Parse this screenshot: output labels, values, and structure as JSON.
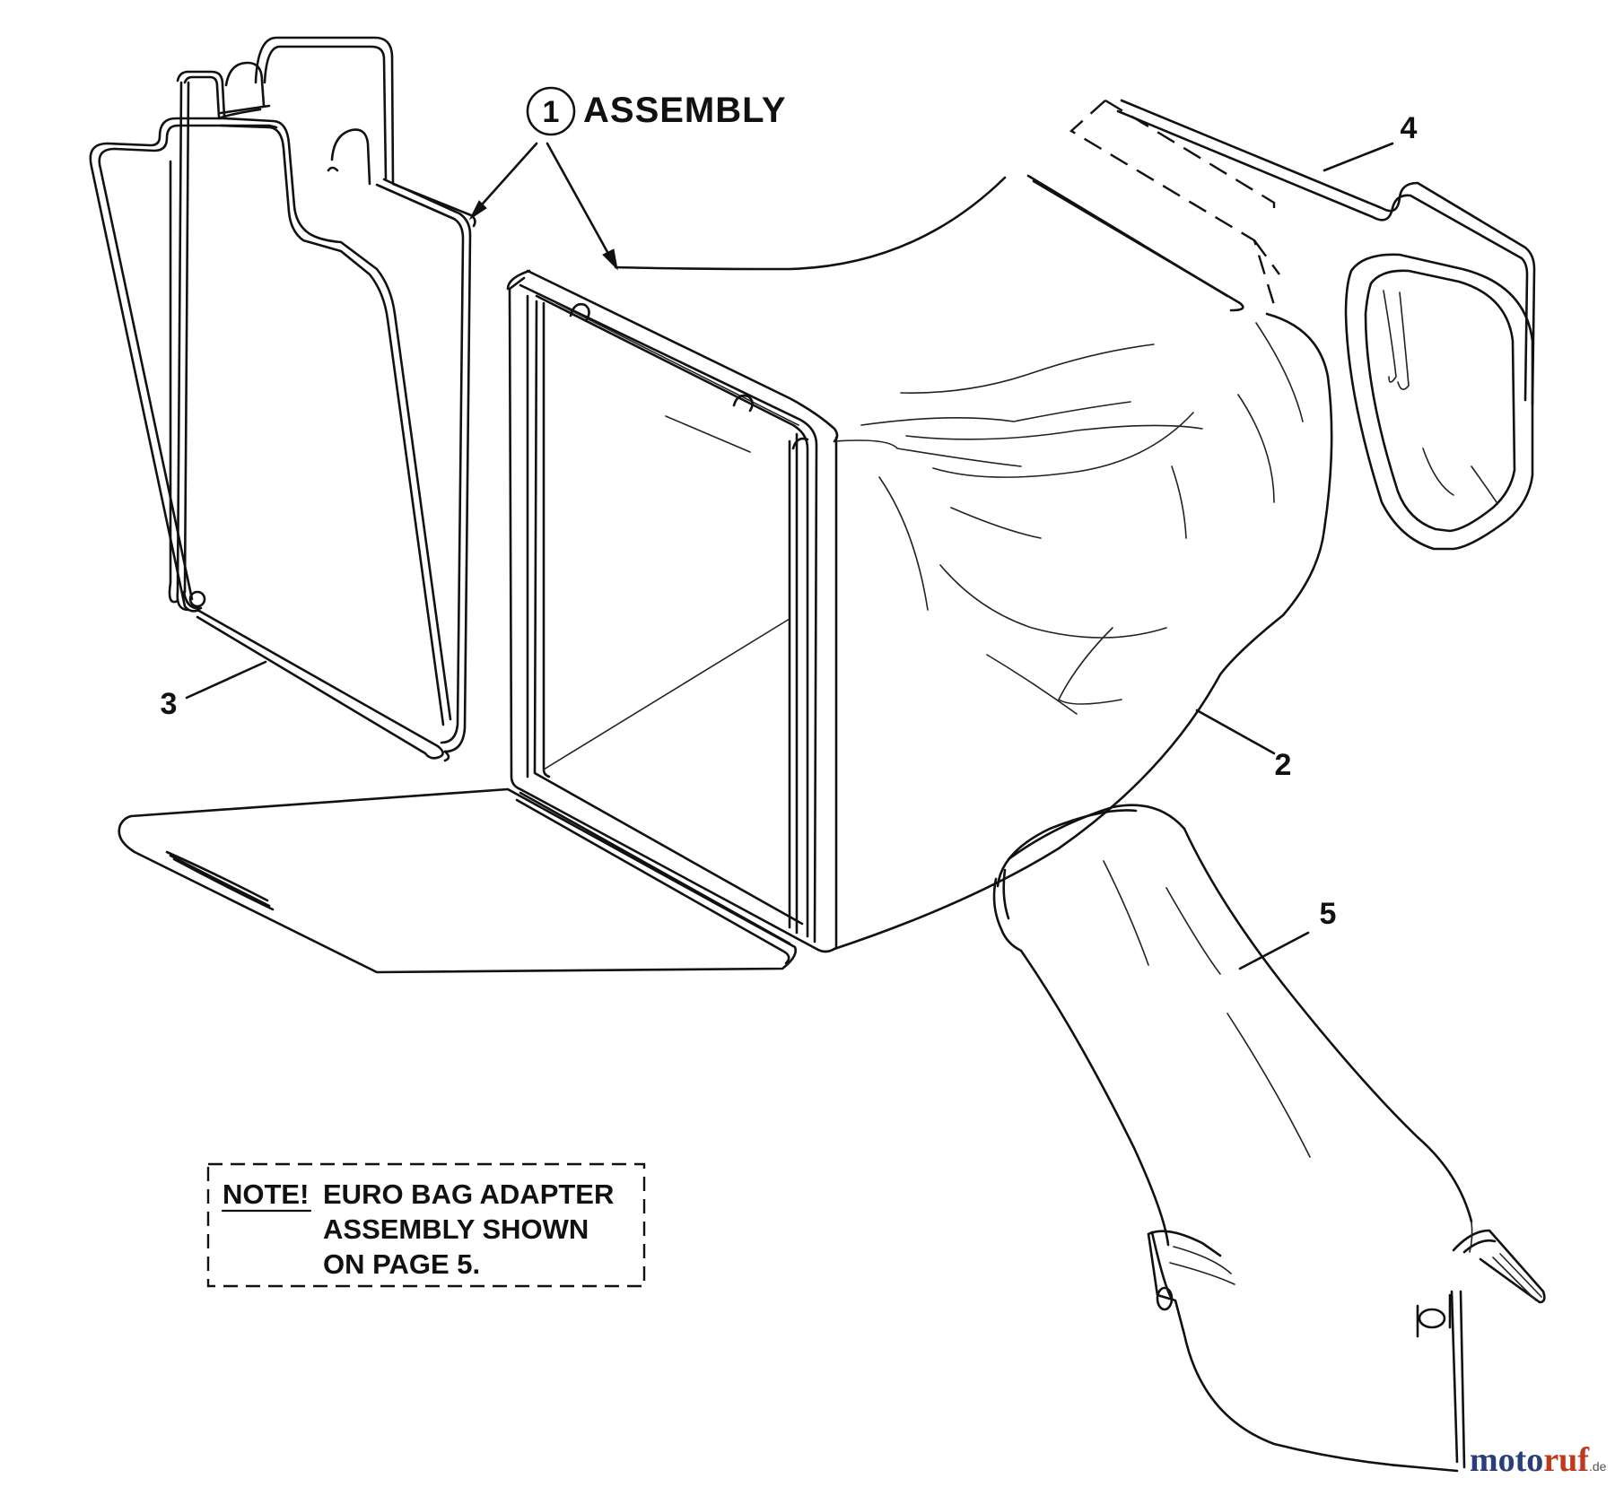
{
  "assembly": {
    "number": "1",
    "label": "ASSEMBLY"
  },
  "parts": [
    {
      "id": "2"
    },
    {
      "id": "3"
    },
    {
      "id": "4"
    },
    {
      "id": "5"
    }
  ],
  "note": {
    "prefix": "NOTE!",
    "line1": "EURO BAG ADAPTER",
    "line2": "ASSEMBLY SHOWN",
    "line3": "ON PAGE 5."
  },
  "watermark": {
    "part1": "moto",
    "part2": "ruf",
    "suffix": ".de"
  }
}
